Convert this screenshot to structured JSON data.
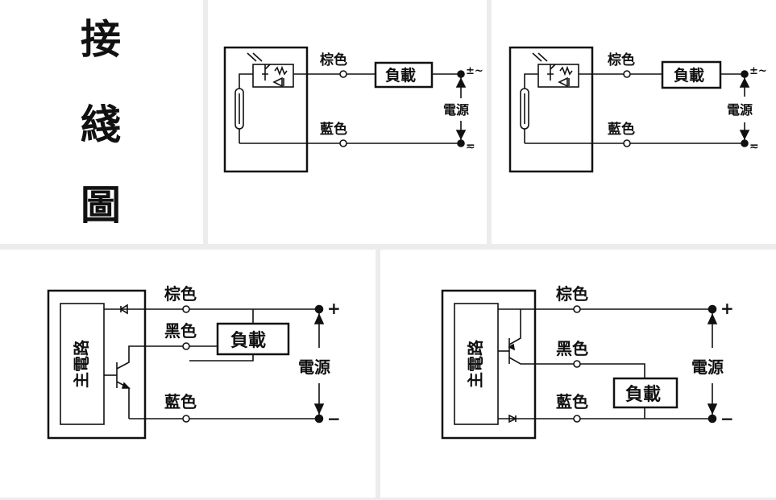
{
  "title": {
    "chars": [
      "接",
      "綫",
      "圖"
    ]
  },
  "labels": {
    "brown": "棕色",
    "blue": "藍色",
    "black": "黑色",
    "load": "負載",
    "power": "電源",
    "main_circuit": "主電路",
    "plus": "+",
    "minus": "−",
    "plus_ac": "±~",
    "ac": "≂"
  },
  "colors": {
    "line": "#111111",
    "panel": "#ffffff",
    "divider": "#cfcfcf"
  }
}
